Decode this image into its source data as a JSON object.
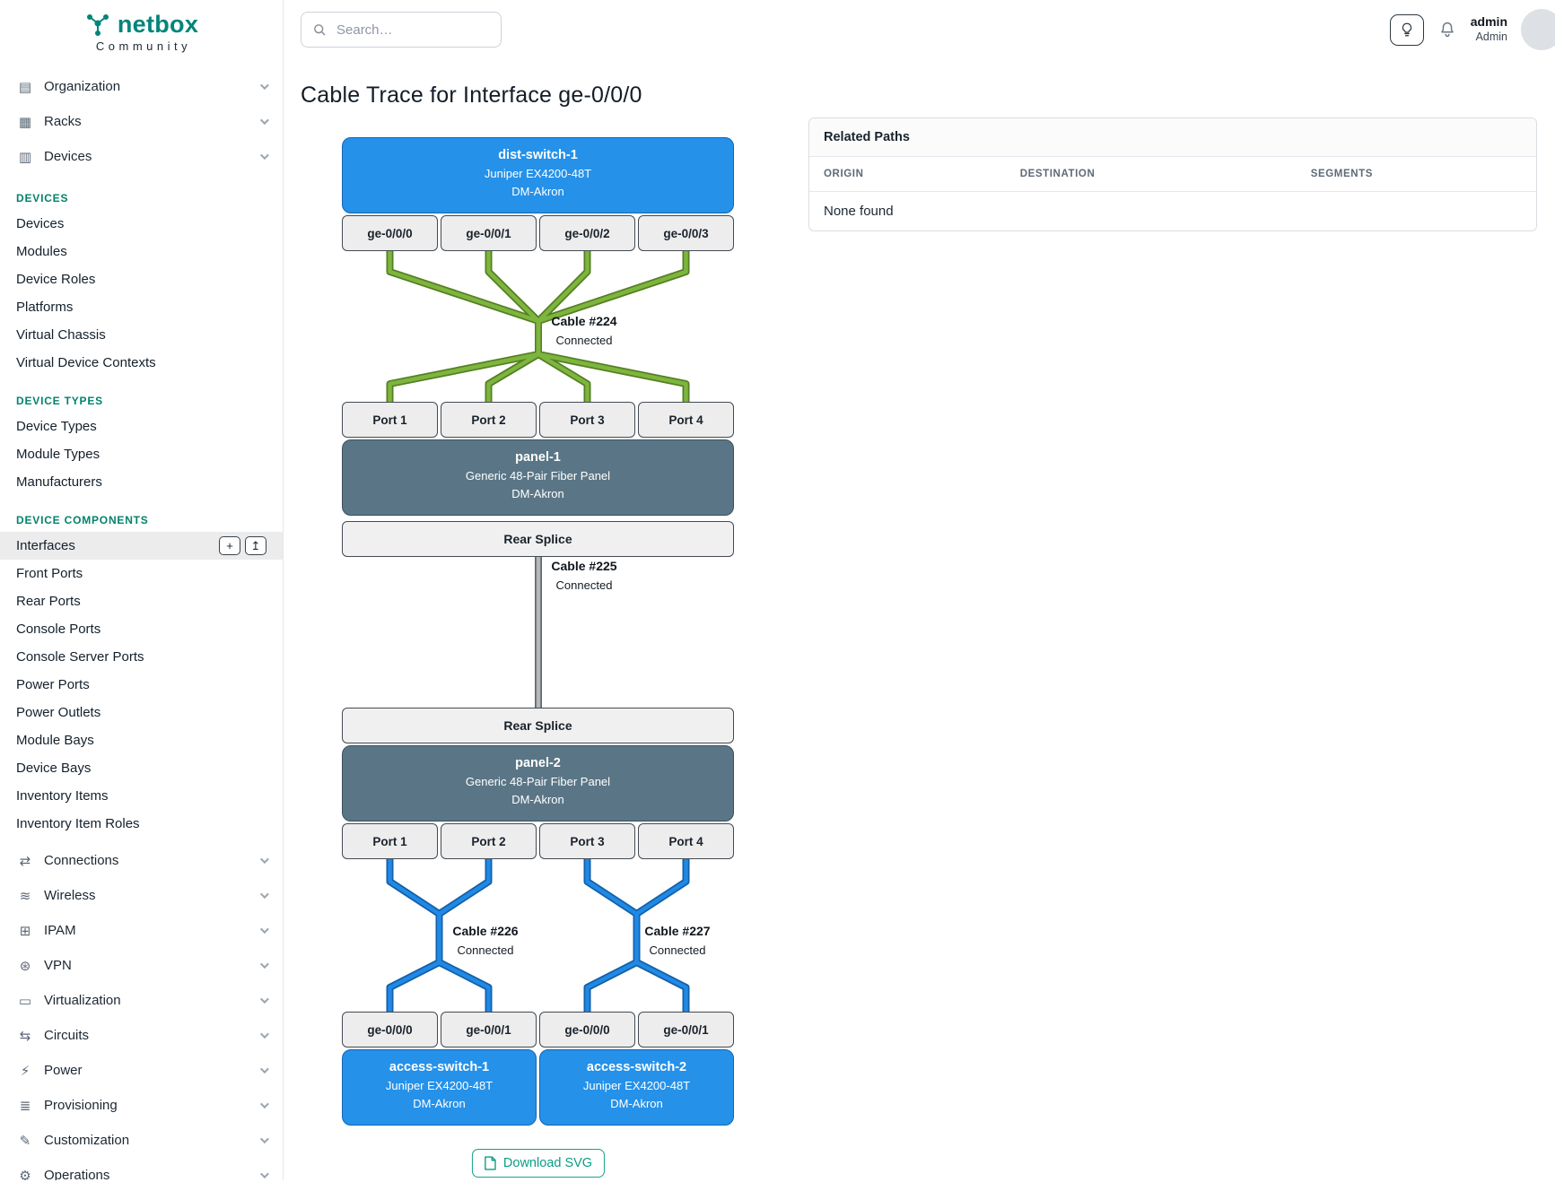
{
  "colors": {
    "brand_teal": "#00857a",
    "section_header_teal": "#00836b",
    "device_blue": "#2591e9",
    "panel_slate": "#5a7686",
    "port_gray": "#ededed",
    "cable_green": "#7db53e",
    "cable_green_dark": "#557f22",
    "cable_blue": "#2089e5",
    "cable_blue_dark": "#1360a8",
    "cable_gray": "#b4b8bc",
    "cable_gray_dark": "#63686d",
    "download_teal": "#0c9c85"
  },
  "brand": {
    "name": "netbox",
    "subtitle": "Community"
  },
  "topbar": {
    "search_placeholder": "Search…",
    "user_name": "admin",
    "user_role": "Admin"
  },
  "sidebar": {
    "top_items": [
      {
        "label": "Organization",
        "icon": "building-icon"
      },
      {
        "label": "Racks",
        "icon": "rack-icon"
      },
      {
        "label": "Devices",
        "icon": "devices-icon"
      }
    ],
    "sections": [
      {
        "title": "Devices",
        "items": [
          "Devices",
          "Modules",
          "Device Roles",
          "Platforms",
          "Virtual Chassis",
          "Virtual Device Contexts"
        ]
      },
      {
        "title": "Device Types",
        "items": [
          "Device Types",
          "Module Types",
          "Manufacturers"
        ]
      },
      {
        "title": "Device Components",
        "items": [
          "Interfaces",
          "Front Ports",
          "Rear Ports",
          "Console Ports",
          "Console Server Ports",
          "Power Ports",
          "Power Outlets",
          "Module Bays",
          "Device Bays",
          "Inventory Items",
          "Inventory Item Roles"
        ]
      }
    ],
    "active_item": "Interfaces",
    "bottom_items": [
      {
        "label": "Connections",
        "icon": "connections-icon"
      },
      {
        "label": "Wireless",
        "icon": "wifi-icon"
      },
      {
        "label": "IPAM",
        "icon": "ipam-icon"
      },
      {
        "label": "VPN",
        "icon": "vpn-icon"
      },
      {
        "label": "Virtualization",
        "icon": "virtualization-icon"
      },
      {
        "label": "Circuits",
        "icon": "circuits-icon"
      },
      {
        "label": "Power",
        "icon": "power-icon"
      },
      {
        "label": "Provisioning",
        "icon": "provisioning-icon"
      },
      {
        "label": "Customization",
        "icon": "customization-icon"
      },
      {
        "label": "Operations",
        "icon": "operations-icon"
      }
    ]
  },
  "page": {
    "title": "Cable Trace for Interface ge-0/0/0"
  },
  "trace": {
    "dist_switch": {
      "name": "dist-switch-1",
      "model": "Juniper EX4200-48T",
      "site": "DM-Akron",
      "ports": [
        "ge-0/0/0",
        "ge-0/0/1",
        "ge-0/0/2",
        "ge-0/0/3"
      ]
    },
    "cable_224": {
      "name": "Cable #224",
      "status": "Connected"
    },
    "panel_1": {
      "name": "panel-1",
      "model": "Generic 48-Pair Fiber Panel",
      "site": "DM-Akron",
      "front_ports": [
        "Port 1",
        "Port 2",
        "Port 3",
        "Port 4"
      ],
      "rear_port": "Rear Splice"
    },
    "cable_225": {
      "name": "Cable #225",
      "status": "Connected"
    },
    "panel_2": {
      "name": "panel-2",
      "model": "Generic 48-Pair Fiber Panel",
      "site": "DM-Akron",
      "front_ports": [
        "Port 1",
        "Port 2",
        "Port 3",
        "Port 4"
      ],
      "rear_port": "Rear Splice"
    },
    "cable_226": {
      "name": "Cable #226",
      "status": "Connected"
    },
    "cable_227": {
      "name": "Cable #227",
      "status": "Connected"
    },
    "access_switch_1": {
      "name": "access-switch-1",
      "model": "Juniper EX4200-48T",
      "site": "DM-Akron",
      "ports": [
        "ge-0/0/0",
        "ge-0/0/1"
      ]
    },
    "access_switch_2": {
      "name": "access-switch-2",
      "model": "Juniper EX4200-48T",
      "site": "DM-Akron",
      "ports": [
        "ge-0/0/0",
        "ge-0/0/1"
      ]
    },
    "download_label": "Download SVG"
  },
  "related_paths": {
    "title": "Related Paths",
    "columns": [
      "Origin",
      "Destination",
      "Segments"
    ],
    "empty_text": "None found"
  }
}
